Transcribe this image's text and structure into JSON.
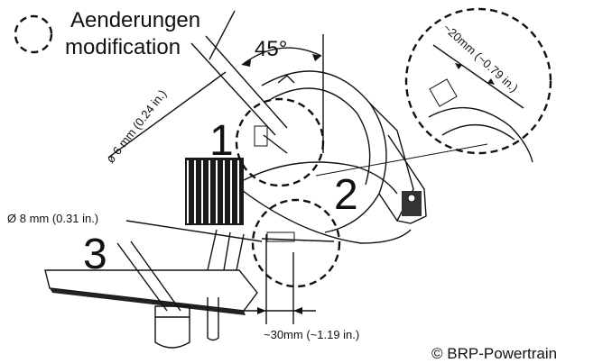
{
  "legend": {
    "line1": "Aenderungen",
    "line2": "modification"
  },
  "angle_label": "45°",
  "callouts": {
    "one": "1",
    "two": "2",
    "three": "3"
  },
  "dimensions": {
    "diameter_6": "ø 6 mm (0.24 in.)",
    "diameter_8": "Ø 8 mm (0.31 in.)",
    "length_20": "~20mm (~0.79 in.)",
    "length_30": "~30mm (~1.19 in.)"
  },
  "copyright": "© BRP-Powertrain"
}
